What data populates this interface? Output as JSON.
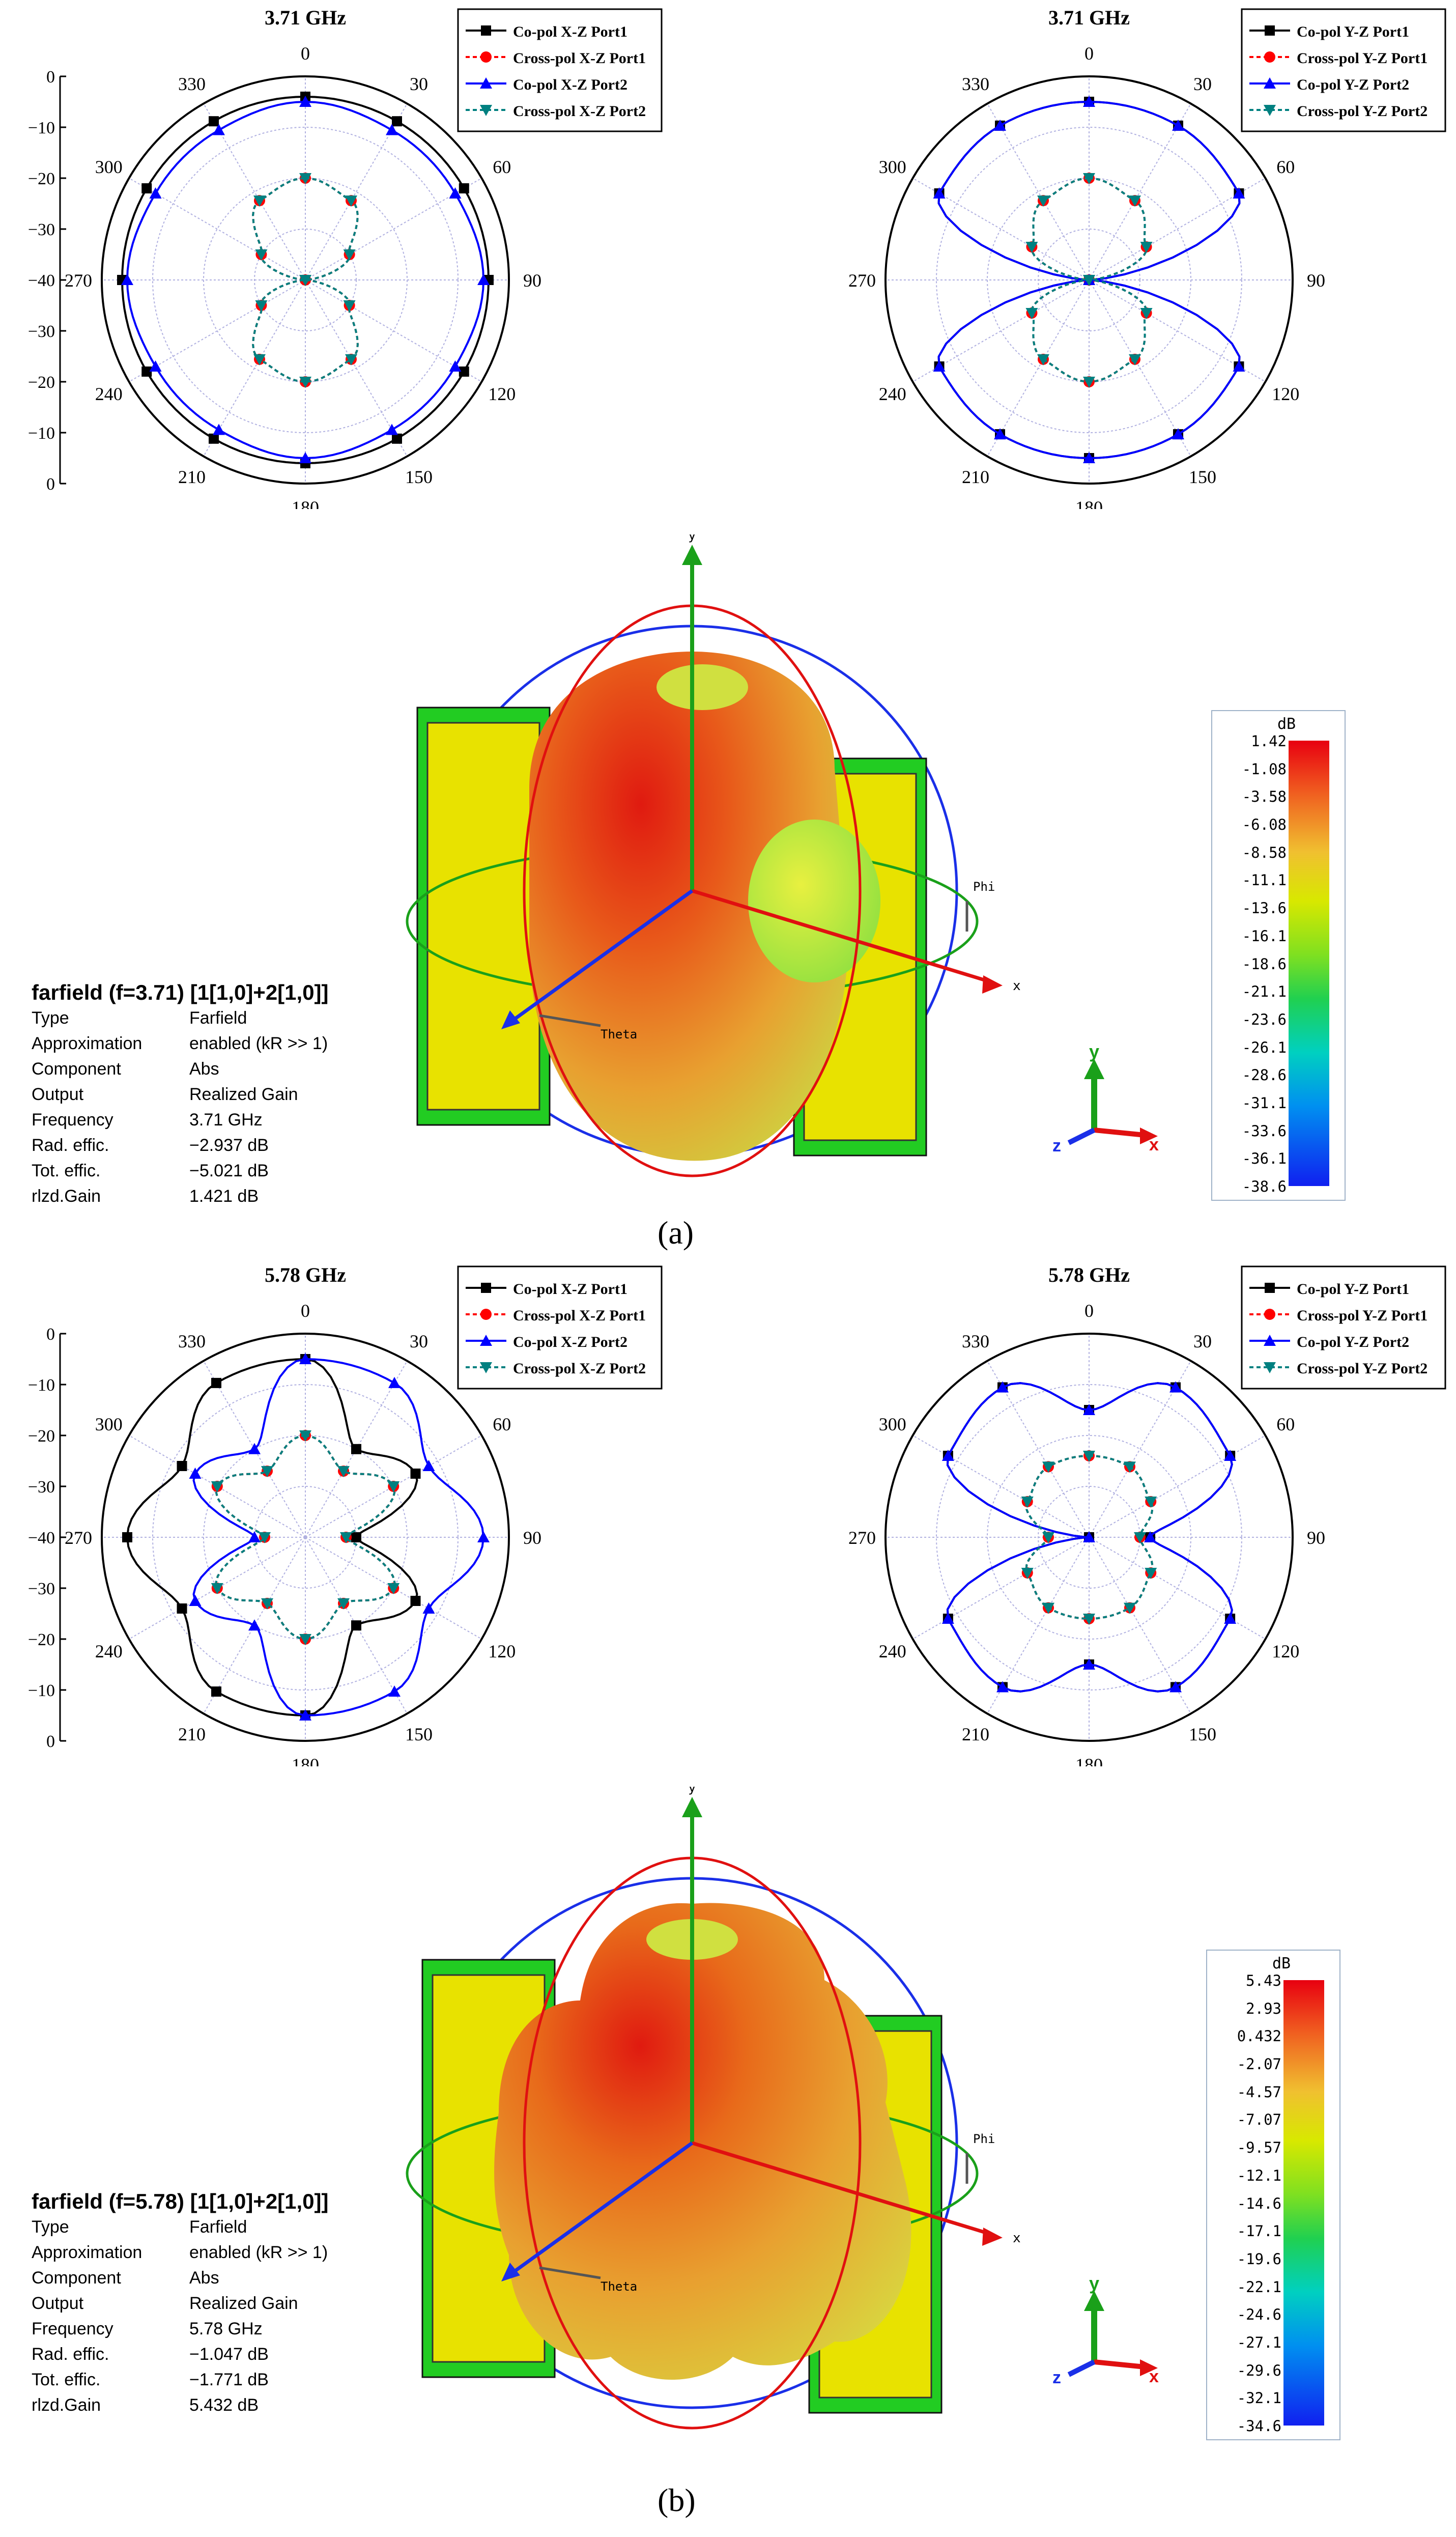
{
  "panels": [
    {
      "caption": "(a)",
      "polar_left": {
        "title": "3.71 GHz",
        "legend": [
          "Co-pol X-Z Port1",
          "Cross-pol X-Z Port1",
          "Co-pol X-Z Port2",
          "Cross-pol X-Z Port2"
        ]
      },
      "polar_right": {
        "title": "3.71 GHz",
        "legend": [
          "Co-pol Y-Z Port1",
          "Cross-pol Y-Z Port1",
          "Co-pol Y-Z Port2",
          "Cross-pol Y-Z Port2"
        ]
      },
      "farfield": {
        "header": "farfield (f=3.71) [1[1,0]+2[1,0]]",
        "rows": [
          {
            "k": "Type",
            "v": "Farfield"
          },
          {
            "k": "Approximation",
            "v": "enabled (kR >> 1)"
          },
          {
            "k": "Component",
            "v": "Abs"
          },
          {
            "k": "Output",
            "v": "Realized Gain"
          },
          {
            "k": "Frequency",
            "v": "3.71 GHz"
          },
          {
            "k": "Rad. effic.",
            "v": "−2.937 dB"
          },
          {
            "k": "Tot. effic.",
            "v": "−5.021 dB"
          },
          {
            "k": "rlzd.Gain",
            "v": "1.421 dB"
          }
        ]
      },
      "colorbar": {
        "unit": "dB",
        "ticks": [
          "1.42",
          "-1.08",
          "-3.58",
          "-6.08",
          "-8.58",
          "-11.1",
          "-13.6",
          "-16.1",
          "-18.6",
          "-21.1",
          "-23.6",
          "-26.1",
          "-28.6",
          "-31.1",
          "-33.6",
          "-36.1",
          "-38.6"
        ]
      },
      "axes3d": {
        "y": "y",
        "x": "x",
        "phi": "Phi",
        "theta": "Theta"
      }
    },
    {
      "caption": "(b)",
      "polar_left": {
        "title": "5.78 GHz",
        "legend": [
          "Co-pol X-Z Port1",
          "Cross-pol X-Z Port1",
          "Co-pol X-Z Port2",
          "Cross-pol X-Z Port2"
        ]
      },
      "polar_right": {
        "title": "5.78 GHz",
        "legend": [
          "Co-pol Y-Z Port1",
          "Cross-pol Y-Z Port1",
          "Co-pol Y-Z Port2",
          "Cross-pol Y-Z Port2"
        ]
      },
      "farfield": {
        "header": "farfield (f=5.78) [1[1,0]+2[1,0]]",
        "rows": [
          {
            "k": "Type",
            "v": "Farfield"
          },
          {
            "k": "Approximation",
            "v": "enabled (kR >> 1)"
          },
          {
            "k": "Component",
            "v": "Abs"
          },
          {
            "k": "Output",
            "v": "Realized Gain"
          },
          {
            "k": "Frequency",
            "v": "5.78 GHz"
          },
          {
            "k": "Rad. effic.",
            "v": "−1.047 dB"
          },
          {
            "k": "Tot. effic.",
            "v": "−1.771 dB"
          },
          {
            "k": "rlzd.Gain",
            "v": "5.432 dB"
          }
        ]
      },
      "colorbar": {
        "unit": "dB",
        "ticks": [
          "5.43",
          "2.93",
          "0.432",
          "-2.07",
          "-4.57",
          "-7.07",
          "-9.57",
          "-12.1",
          "-14.6",
          "-17.1",
          "-19.6",
          "-22.1",
          "-24.6",
          "-27.1",
          "-29.6",
          "-32.1",
          "-34.6"
        ]
      },
      "axes3d": {
        "y": "y",
        "x": "x",
        "phi": "Phi",
        "theta": "Theta"
      }
    }
  ],
  "polar_axis": {
    "angle_labels": [
      "0",
      "30",
      "60",
      "90",
      "120",
      "150",
      "180",
      "210",
      "240",
      "270",
      "300",
      "330"
    ],
    "radial_labels": [
      "0",
      "−10",
      "−20",
      "−30",
      "−40",
      "−30",
      "−20",
      "−10",
      "0"
    ],
    "r_range": [
      -40,
      0
    ]
  },
  "series_colors": [
    "#000000",
    "#ff0000",
    "#0000ff",
    "#008080"
  ],
  "chart_data": [
    {
      "type": "polar",
      "title": "3.71 GHz",
      "theta_deg": [
        0,
        30,
        60,
        90,
        120,
        150,
        180,
        210,
        240,
        270,
        300,
        330
      ],
      "series": [
        {
          "name": "Co-pol X-Z Port1",
          "values": [
            -4,
            -4,
            -4,
            -4,
            -4,
            -4,
            -4,
            -4,
            -4,
            -4,
            -4,
            -4
          ]
        },
        {
          "name": "Cross-pol X-Z Port1",
          "values": [
            -20,
            -22,
            -30,
            -40,
            -30,
            -22,
            -20,
            -22,
            -30,
            -40,
            -30,
            -22
          ]
        },
        {
          "name": "Co-pol X-Z Port2",
          "values": [
            -5,
            -6,
            -6,
            -5,
            -6,
            -6,
            -5,
            -6,
            -6,
            -5,
            -6,
            -6
          ]
        },
        {
          "name": "Cross-pol X-Z Port2",
          "values": [
            -20,
            -22,
            -30,
            -40,
            -30,
            -22,
            -20,
            -22,
            -30,
            -40,
            -30,
            -22
          ]
        }
      ]
    },
    {
      "type": "polar",
      "title": "3.71 GHz",
      "theta_deg": [
        0,
        30,
        60,
        90,
        120,
        150,
        180,
        210,
        240,
        270,
        300,
        330
      ],
      "series": [
        {
          "name": "Co-pol Y-Z Port1",
          "values": [
            -5,
            -5,
            -6,
            -40,
            -6,
            -5,
            -5,
            -5,
            -6,
            -40,
            -6,
            -5
          ]
        },
        {
          "name": "Cross-pol Y-Z Port1",
          "values": [
            -20,
            -22,
            -27,
            -40,
            -27,
            -22,
            -20,
            -22,
            -27,
            -40,
            -27,
            -22
          ]
        },
        {
          "name": "Co-pol Y-Z Port2",
          "values": [
            -5,
            -5,
            -6,
            -40,
            -6,
            -5,
            -5,
            -5,
            -6,
            -40,
            -6,
            -5
          ]
        },
        {
          "name": "Cross-pol Y-Z Port2",
          "values": [
            -20,
            -22,
            -27,
            -40,
            -27,
            -22,
            -20,
            -22,
            -27,
            -40,
            -27,
            -22
          ]
        }
      ]
    },
    {
      "type": "polar",
      "title": "5.78 GHz",
      "theta_deg": [
        0,
        30,
        60,
        90,
        120,
        150,
        180,
        210,
        240,
        270,
        300,
        330
      ],
      "series": [
        {
          "name": "Co-pol X-Z Port1",
          "values": [
            -5,
            -20,
            -15,
            -30,
            -15,
            -20,
            -5,
            -5,
            -12,
            -5,
            -12,
            -5
          ]
        },
        {
          "name": "Cross-pol X-Z Port1",
          "values": [
            -20,
            -25,
            -20,
            -32,
            -20,
            -25,
            -20,
            -25,
            -20,
            -32,
            -20,
            -25
          ]
        },
        {
          "name": "Co-pol X-Z Port2",
          "values": [
            -5,
            -5,
            -12,
            -5,
            -12,
            -5,
            -5,
            -20,
            -15,
            -30,
            -15,
            -20
          ]
        },
        {
          "name": "Cross-pol X-Z Port2",
          "values": [
            -20,
            -25,
            -20,
            -32,
            -20,
            -25,
            -20,
            -25,
            -20,
            -32,
            -20,
            -25
          ]
        }
      ]
    },
    {
      "type": "polar",
      "title": "5.78 GHz",
      "theta_deg": [
        0,
        30,
        60,
        90,
        120,
        150,
        180,
        210,
        240,
        270,
        300,
        330
      ],
      "series": [
        {
          "name": "Co-pol Y-Z Port1",
          "values": [
            -15,
            -6,
            -8,
            -28,
            -8,
            -6,
            -15,
            -6,
            -8,
            -40,
            -8,
            -6
          ]
        },
        {
          "name": "Cross-pol Y-Z Port1",
          "values": [
            -24,
            -24,
            -26,
            -30,
            -26,
            -24,
            -24,
            -24,
            -26,
            -32,
            -26,
            -24
          ]
        },
        {
          "name": "Co-pol Y-Z Port2",
          "values": [
            -15,
            -6,
            -8,
            -28,
            -8,
            -6,
            -15,
            -6,
            -8,
            -40,
            -8,
            -6
          ]
        },
        {
          "name": "Cross-pol Y-Z Port2",
          "values": [
            -24,
            -24,
            -26,
            -30,
            -26,
            -24,
            -24,
            -24,
            -26,
            -32,
            -26,
            -24
          ]
        }
      ]
    }
  ]
}
